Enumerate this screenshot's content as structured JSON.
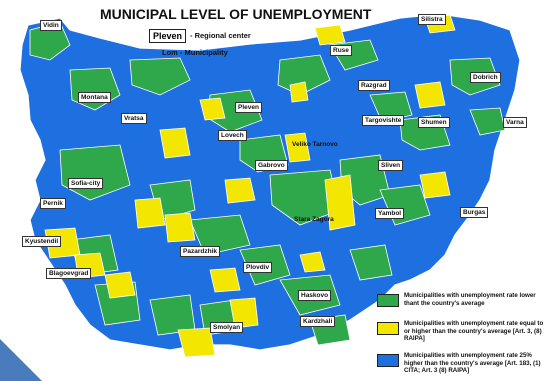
{
  "title": "MUNICIPAL LEVEL OF UNEMPLOYMENT",
  "key": {
    "regional_box": "Pleven",
    "regional_text": "- Regional center",
    "municipality_text": "Lom - Municipality"
  },
  "colors": {
    "green": "#2ea84a",
    "yellow": "#f3e600",
    "blue": "#1e6fe0",
    "border": "#ffffff"
  },
  "legend": [
    {
      "color": "#2ea84a",
      "text": "Municipalities with unemployment rate lower thant the country's average"
    },
    {
      "color": "#f3e600",
      "text": "Municipalities with unemployment  rate equal to or higher than the country's average [Art. 3, (8) RAIPA]"
    },
    {
      "color": "#1e6fe0",
      "text": "Municipalities with unemployment rate 25% higher than the country's average [Art. 183, (1) CITA; Art. 3 (8) RAIPA]"
    }
  ],
  "regional_centers": [
    "Vidin",
    "Silistra",
    "Ruse",
    "Montana",
    "Pleven",
    "Razgrad",
    "Dobrich",
    "Vratsa",
    "Lovech",
    "Veliko Tarnovo",
    "Targovishte",
    "Shumen",
    "Varna",
    "Gabrovo",
    "Sofia-city",
    "Pernik",
    "Sliven",
    "Burgas",
    "Kyustendil",
    "Stara Zagora",
    "Yambol",
    "Pazardzhik",
    "Plovdiv",
    "Blagoevgrad",
    "Haskovo",
    "Smolyan",
    "Kardzhali"
  ]
}
